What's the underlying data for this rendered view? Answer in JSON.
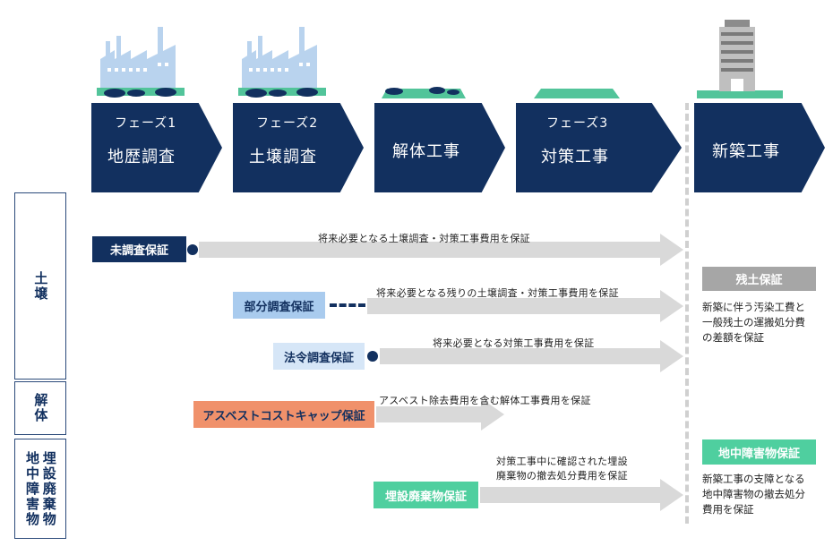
{
  "phases": [
    {
      "sub": "フェーズ1",
      "main": "地歴調査"
    },
    {
      "sub": "フェーズ2",
      "main": "土壌調査"
    },
    {
      "main": "解体工事"
    },
    {
      "sub": "フェーズ3",
      "main": "対策工事"
    },
    {
      "main": "新築工事"
    }
  ],
  "categories": {
    "soil": "土壌",
    "demolition": "解体",
    "buried_col1": "地中障害物",
    "buried_col2": "埋設廃棄物"
  },
  "guarantees": [
    {
      "label": "未調査保証",
      "desc": "将来必要となる土壌調査・対策工事費用を保証"
    },
    {
      "label": "部分調査保証",
      "desc": "将来必要となる残りの土壌調査・対策工事費用を保証"
    },
    {
      "label": "法令調査保証",
      "desc": "将来必要となる対策工事費用を保証"
    },
    {
      "label": "アスベストコストキャップ保証",
      "desc": "アスベスト除去費用を含む解体工事費用を保証"
    },
    {
      "label": "埋設廃棄物保証",
      "desc_line1": "対策工事中に確認された埋設",
      "desc_line2": "廃棄物の撤去処分費用を保証"
    }
  ],
  "right_panels": [
    {
      "title": "残土保証",
      "lines": [
        "新築に伴う汚染工費と",
        "一般残土の運搬処分費",
        "の差額を保証"
      ]
    },
    {
      "title": "地中障害物保証",
      "lines": [
        "新築工事の支障となる",
        "地中障害物の撤去処分",
        "費用を保証"
      ]
    }
  ],
  "colors": {
    "navy": "#12305f",
    "light_blue": "#a9cbee",
    "pale_blue": "#d6e6f7",
    "salmon": "#f0916b",
    "mint": "#4fcf9f",
    "gray_panel": "#a6a6a6",
    "arrow_gray": "#d9d9d9",
    "ground_green": "#52c49a"
  },
  "icons": [
    "factory-icon",
    "factory-icon",
    "ground-rubble-icon",
    "ground-flat-icon",
    "building-icon"
  ]
}
